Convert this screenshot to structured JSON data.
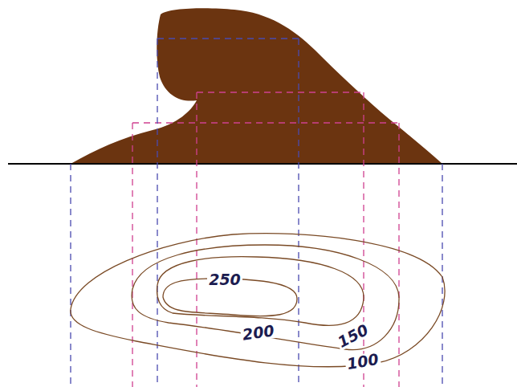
{
  "diagram": {
    "labels": [
      "250",
      "200",
      "150",
      "100"
    ]
  }
}
